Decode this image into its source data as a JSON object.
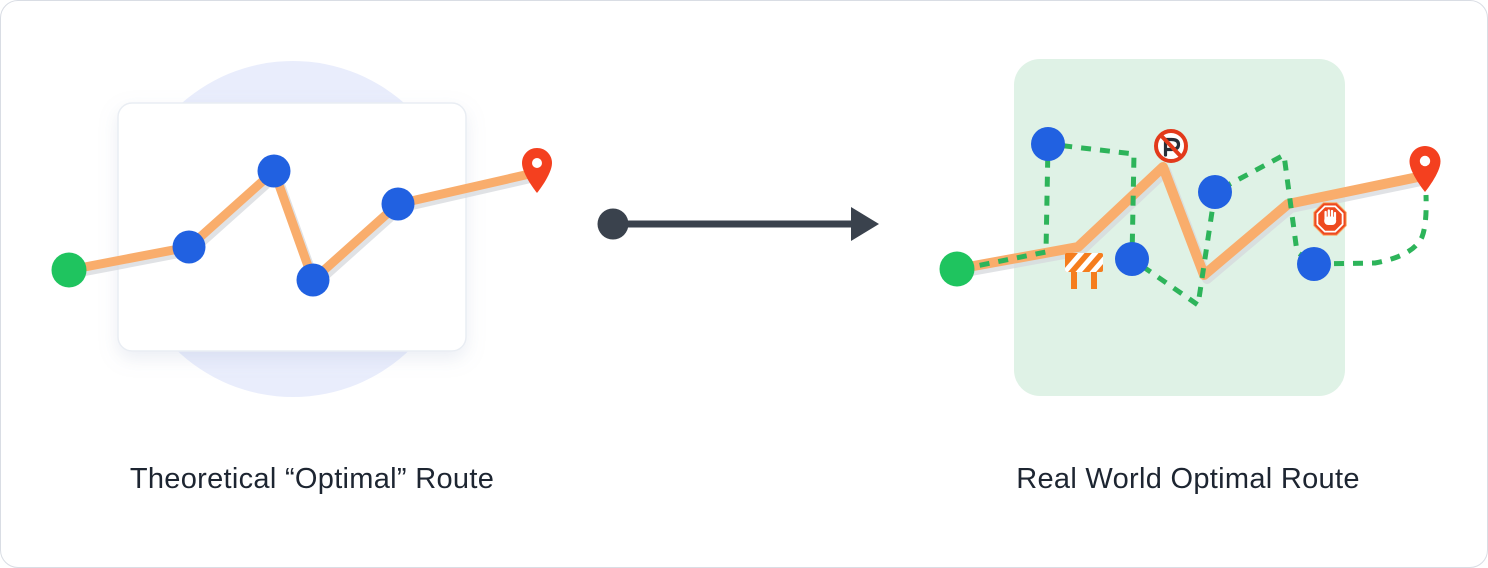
{
  "captions": {
    "left": "Theoretical “Optimal” Route",
    "right": "Real World Optimal Route"
  },
  "panels": {
    "left": {
      "type": "idealized-map-card",
      "route_style": "solid-orange-line",
      "markers": {
        "start": "green-dot",
        "waypoints": 4,
        "destination": "red-map-pin"
      }
    },
    "right": {
      "type": "real-world-map-area",
      "route_style": "solid-orange-line",
      "alternate_route_style": "green-dashed-line",
      "markers": {
        "start": "green-dot",
        "waypoints": 4,
        "destination": "red-map-pin"
      },
      "obstacles": [
        "no-parking-sign",
        "road-barrier",
        "stop-hand-sign"
      ]
    }
  },
  "arrow": {
    "direction": "right"
  },
  "colors": {
    "route_orange": "#f9ad6c",
    "route_shadow": "#d5d8dc",
    "waypoint_blue": "#2161e1",
    "start_green": "#1fc45f",
    "dashed_green": "#2db45a",
    "pin_red": "#f4401f",
    "sign_red": "#e23a1b",
    "barrier_orange": "#f57d1e",
    "stop_sign_red": "#ee4a1f",
    "card_background": "#ffffff",
    "card_halo_lavender": "#e9edfc",
    "map_area_mint": "#dff2e6",
    "arrow_dark": "#3a424d",
    "text_dark": "#1d2531"
  }
}
